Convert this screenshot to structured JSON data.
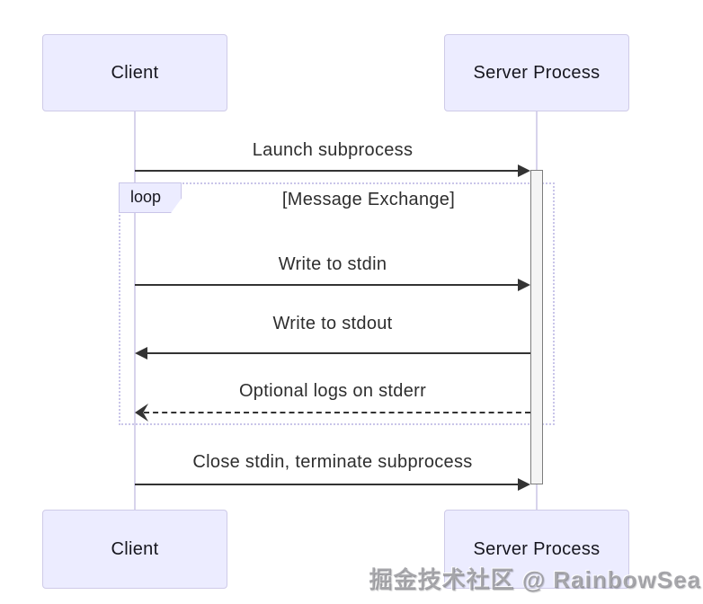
{
  "diagram": {
    "type": "sequence-diagram",
    "actors": [
      {
        "id": "client",
        "label": "Client"
      },
      {
        "id": "server",
        "label": "Server Process"
      }
    ],
    "loop": {
      "keyword": "loop",
      "condition": "[Message Exchange]"
    },
    "messages": [
      {
        "from": "Client",
        "to": "Server Process",
        "label": "Launch subprocess",
        "line": "solid",
        "direction": "right",
        "in_loop": false
      },
      {
        "from": "Client",
        "to": "Server Process",
        "label": "Write to stdin",
        "line": "solid",
        "direction": "right",
        "in_loop": true
      },
      {
        "from": "Server Process",
        "to": "Client",
        "label": "Write to stdout",
        "line": "solid",
        "direction": "left",
        "in_loop": true
      },
      {
        "from": "Server Process",
        "to": "Client",
        "label": "Optional logs on stderr",
        "line": "dashed",
        "direction": "left",
        "in_loop": true
      },
      {
        "from": "Client",
        "to": "Server Process",
        "label": "Close stdin, terminate subprocess",
        "line": "solid",
        "direction": "right",
        "in_loop": false
      }
    ],
    "colors": {
      "actor_fill": "#ECECFF",
      "actor_border": "#CFCBE8",
      "lifeline": "#D7D3EC",
      "activation_fill": "#F4F4F4",
      "activation_border": "#7D7D7D",
      "loop_border": "#C9C5E9",
      "message_line": "#333333",
      "text": "#2E2E2E",
      "background": "#FFFFFF"
    }
  },
  "watermark": {
    "text": "掘金技术社区 @ RainbowSea",
    "color": "#86868C"
  }
}
